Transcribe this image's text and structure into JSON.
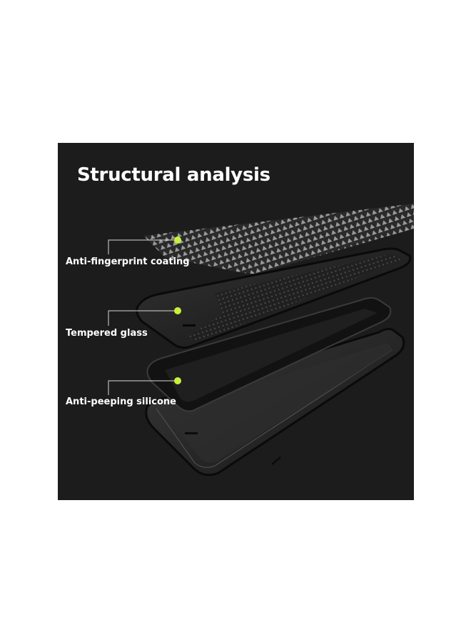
{
  "panel": {
    "background": "#1c1c1c",
    "title": "Structural analysis"
  },
  "layers": [
    {
      "label": "Anti-fingerprint coating",
      "icon": "textured-coating-layer"
    },
    {
      "label": "Tempered glass",
      "icon": "glass-layer"
    },
    {
      "label": "Anti-peeping silicone",
      "icon": "phone-silicone-layer"
    }
  ],
  "colors": {
    "accent_dot": "#c7f23a",
    "leader_line": "#d8d8d8",
    "text": "#ffffff"
  }
}
